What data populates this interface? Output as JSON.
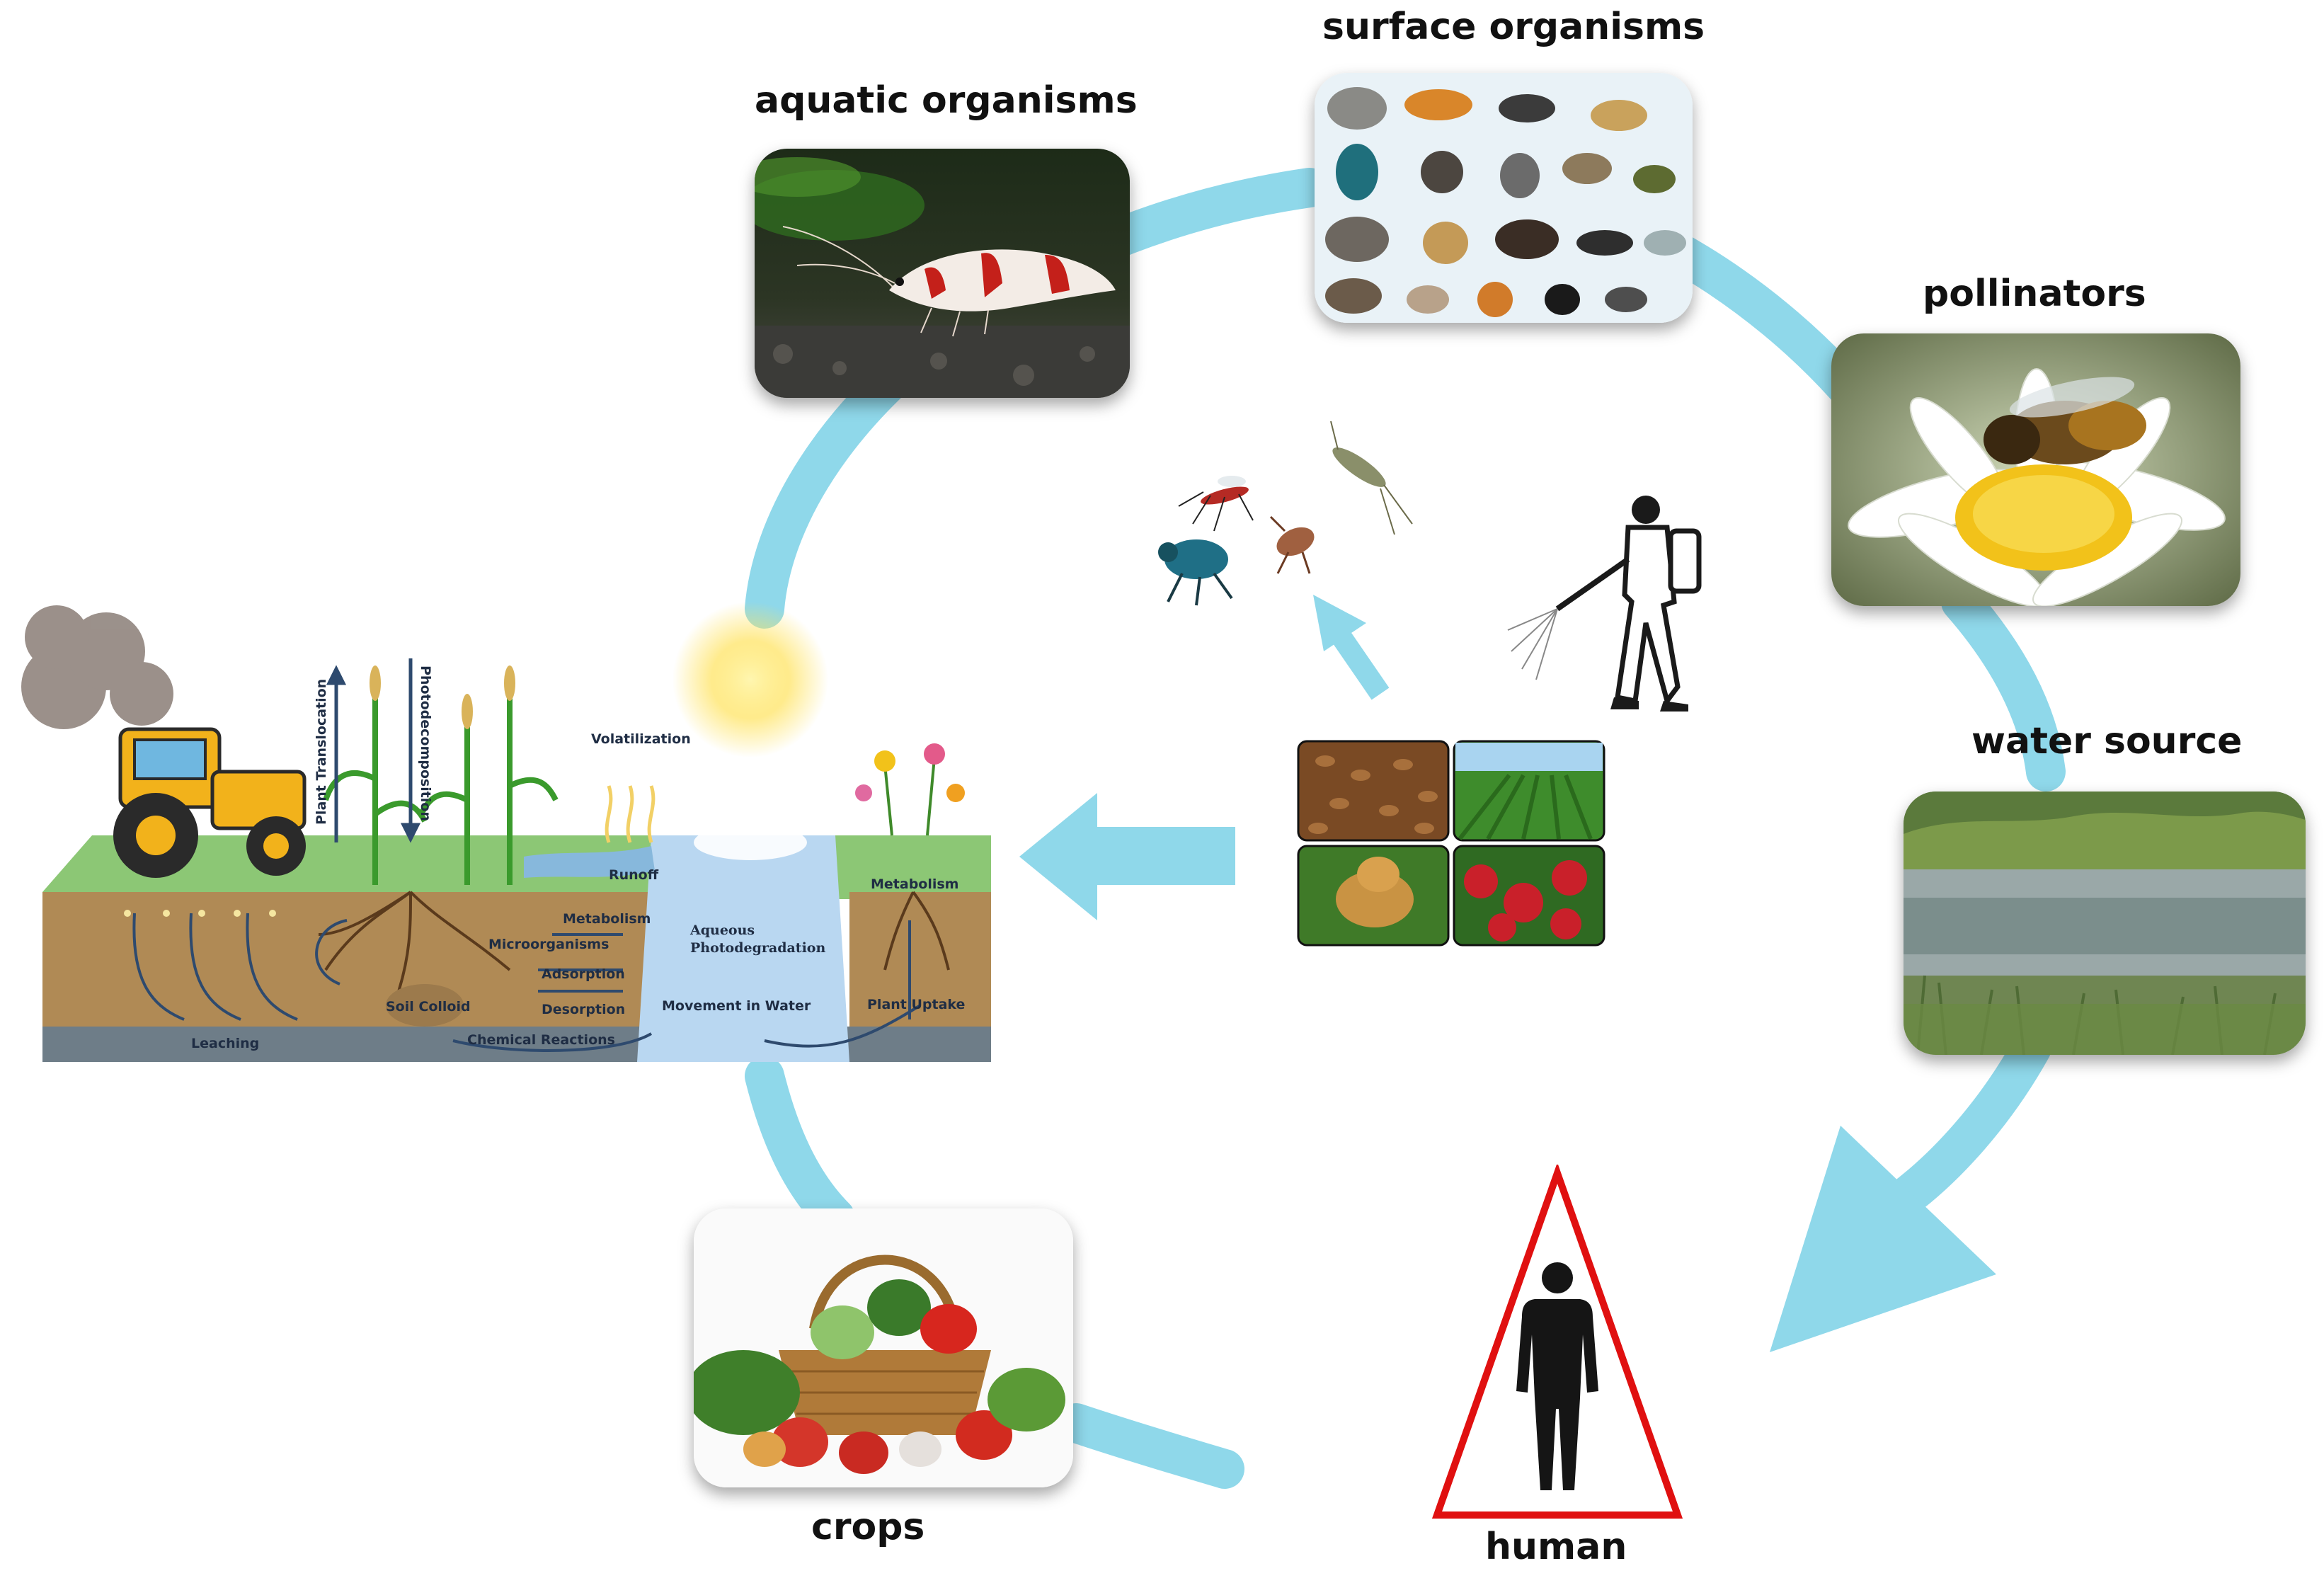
{
  "nodes": {
    "aquatic": "aquatic organisms",
    "surface": "surface organisms",
    "pollinators": "pollinators",
    "water": "water source",
    "human": "human",
    "crops": "crops"
  },
  "soil_diagram": {
    "plant_translocation": "Plant Translocation",
    "photodecomposition": "Photodecomposition",
    "volatilization": "Volatilization",
    "runoff": "Runoff",
    "metabolism_left": "Metabolism",
    "microorganisms": "Microorganisms",
    "adsorption": "Adsorption",
    "desorption": "Desorption",
    "soil_colloid": "Soil Colloid",
    "leaching": "Leaching",
    "chemical_reactions": "Chemical Reactions",
    "aqueous": "Aqueous",
    "photodegradation": "Photodegradation",
    "movement_in_water": "Movement in Water",
    "metabolism_right": "Metabolism",
    "plant_uptake": "Plant Uptake"
  },
  "colors": {
    "cycle_arrow": "#8fd8ea",
    "human_triangle": "#e01010",
    "soil": "#b08a55",
    "grass": "#8cc775",
    "water_column": "#b9d7f1"
  }
}
